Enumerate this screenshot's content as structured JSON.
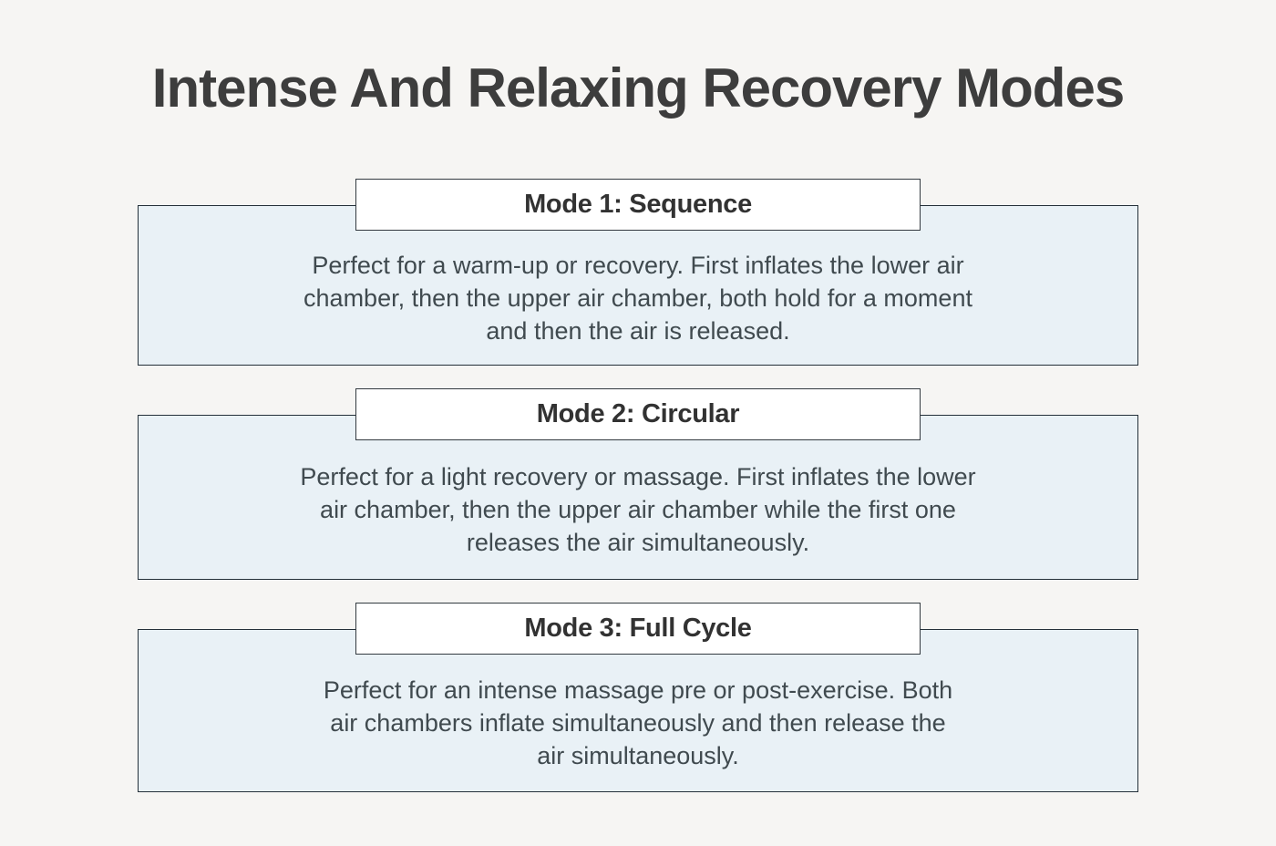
{
  "page": {
    "title": "Intense And Relaxing Recovery Modes"
  },
  "colors": {
    "page_background": "#f6f5f3",
    "box_fill": "#e9f1f6",
    "box_border": "#243039",
    "header_fill": "#ffffff",
    "title_text": "#3d3d3d",
    "body_text": "#404a4f"
  },
  "modes": [
    {
      "label": "Mode 1: Sequence",
      "description": "Perfect for a warm-up or recovery. First inflates the lower air\nchamber, then the upper air chamber, both hold for a moment\nand then the air is released."
    },
    {
      "label": "Mode 2: Circular",
      "description": "Perfect for a light recovery or massage. First inflates the lower\nair chamber, then the upper air chamber while the first one\nreleases the air simultaneously."
    },
    {
      "label": "Mode 3: Full Cycle",
      "description": "Perfect for an intense massage pre or post-exercise. Both\nair chambers inflate simultaneously and then release the\nair simultaneously."
    }
  ]
}
